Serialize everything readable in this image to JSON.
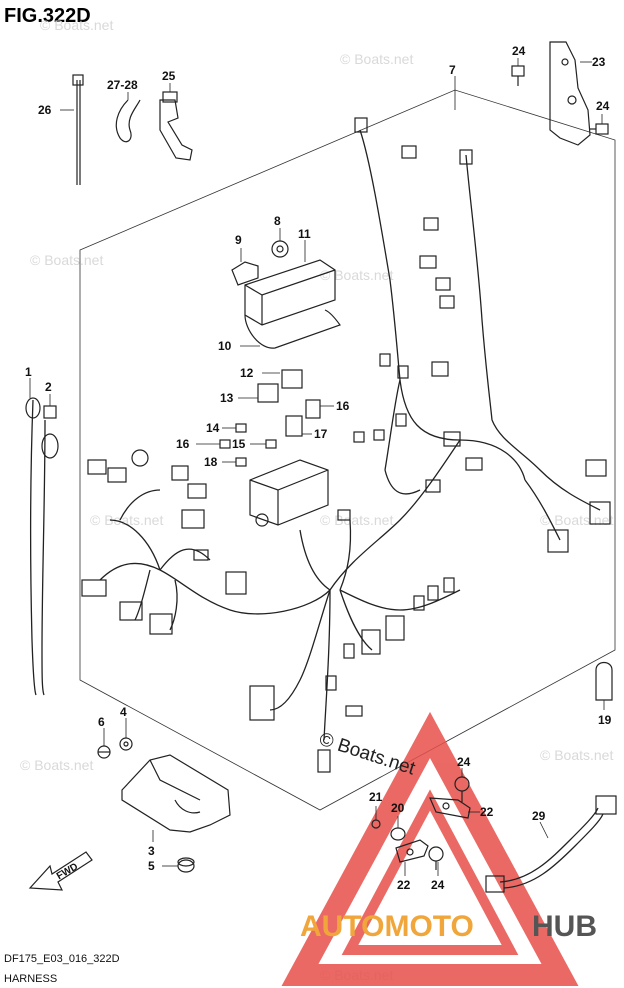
{
  "figure": {
    "title": "FIG.322D",
    "code": "DF175_E03_016_322D",
    "name": "HARNESS"
  },
  "watermarks": {
    "site": "© Boats.net",
    "main": "© Boats.net",
    "brand_left": "AUTOMOTO",
    "brand_right": "HUB",
    "brand_colors": {
      "triangle": "#e8504a",
      "left": "#f0a63a",
      "right": "#555555"
    }
  },
  "callouts": {
    "c1": "1",
    "c2": "2",
    "c3": "3",
    "c4": "4",
    "c5": "5",
    "c6": "6",
    "c7": "7",
    "c8": "8",
    "c9": "9",
    "c10": "10",
    "c11": "11",
    "c12": "12",
    "c13": "13",
    "c14": "14",
    "c15": "15",
    "c16a": "16",
    "c16b": "16",
    "c17": "17",
    "c18": "18",
    "c19": "19",
    "c20": "20",
    "c21": "21",
    "c22a": "22",
    "c22b": "22",
    "c23": "23",
    "c24a": "24",
    "c24b": "24",
    "c24c": "24",
    "c24d": "24",
    "c25": "25",
    "c26": "26",
    "c2728": "27-28",
    "c29": "29"
  },
  "fwd_label": "FWD"
}
